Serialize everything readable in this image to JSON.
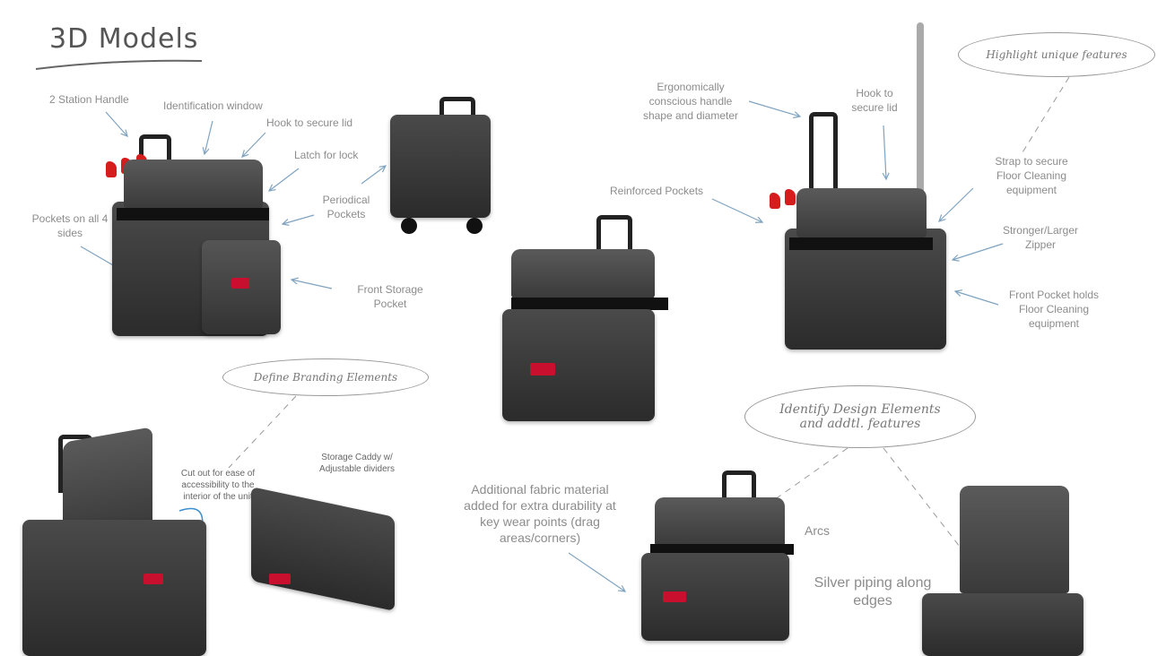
{
  "title": "3D Models",
  "callouts": {
    "highlight": "Highlight unique features",
    "branding": "Define Branding Elements",
    "design": "Identify Design Elements\nand addtl. features"
  },
  "model1_labels": {
    "handle": "2 Station Handle",
    "id_window": "Identification window",
    "hook": "Hook to secure lid",
    "latch": "Latch for lock",
    "periodical": "Periodical\nPockets",
    "pockets": "Pockets on all 4\nsides",
    "front_storage": "Front Storage\nPocket"
  },
  "model2_labels": {
    "ergonomic": "Ergonomically\nconscious handle\nshape and diameter",
    "hook": "Hook to\nsecure lid",
    "reinforced": "Reinforced Pockets",
    "strap": "Strap to secure\nFloor Cleaning\nequipment",
    "zipper": "Stronger/Larger\nZipper",
    "front_pocket": "Front Pocket holds\nFloor Cleaning\nequipment"
  },
  "branding_labels": {
    "cutout": "Cut out for ease of\naccessibility to the\ninterior of the unit",
    "caddy": "Storage Caddy w/\nAdjustable dividers"
  },
  "design_labels": {
    "fabric": "Additional fabric material\nadded for extra durability at\nkey wear points (drag\nareas/corners)",
    "arcs": "Arcs",
    "piping": "Silver piping along\nedges"
  },
  "colors": {
    "arrow": "#7fa3c0",
    "product": "#3a3a3a",
    "brand_red": "#c8102e"
  }
}
